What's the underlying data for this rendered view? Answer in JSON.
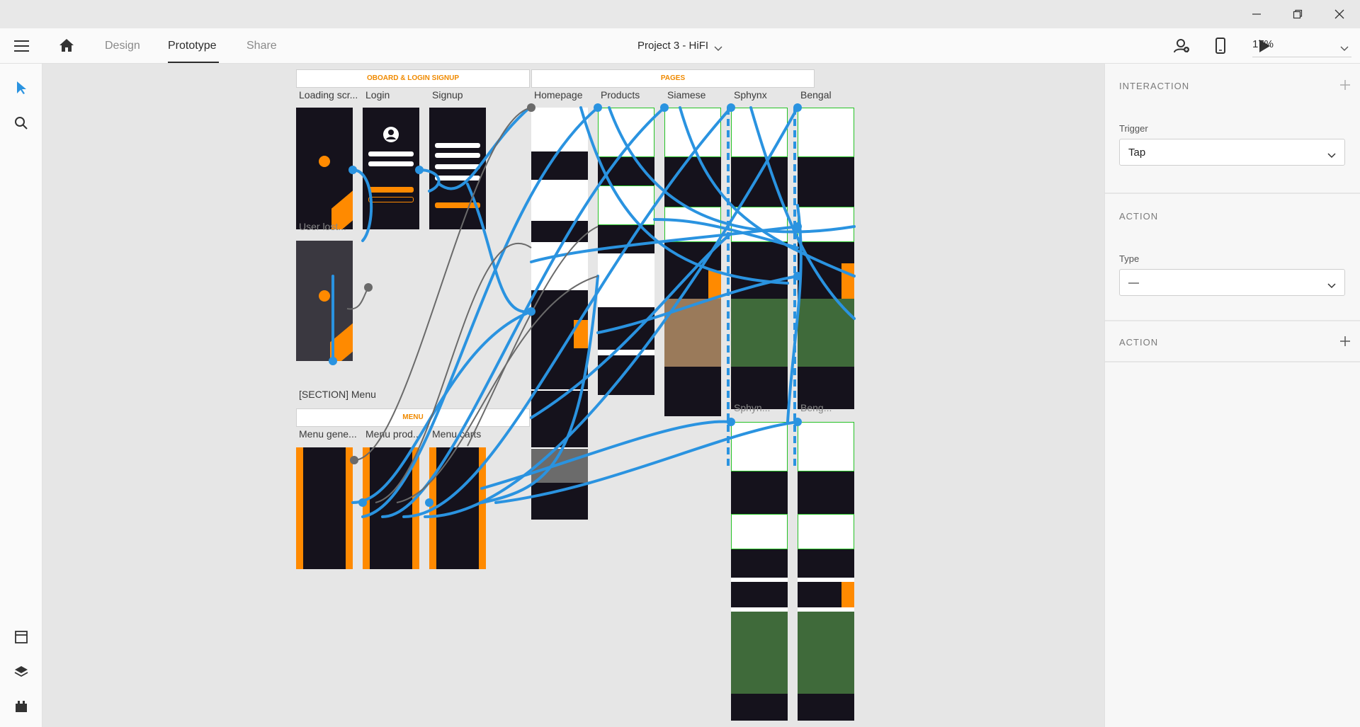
{
  "window": {
    "minimize_icon": "minimize-icon",
    "restore_icon": "restore-icon",
    "close_icon": "close-icon"
  },
  "appbar": {
    "tabs": [
      {
        "label": "Design",
        "active": false
      },
      {
        "label": "Prototype",
        "active": true
      },
      {
        "label": "Share",
        "active": false
      }
    ],
    "document_title": "Project 3 - HiFI",
    "zoom": "17%"
  },
  "canvas": {
    "sections": {
      "onboard": "OBOARD & LOGIN SIGNUP",
      "pages": "PAGES",
      "menu": "MENU",
      "menu_section_label": "[SECTION] Menu"
    },
    "artboards": {
      "loading": "Loading scr...",
      "login": "Login",
      "signup": "Signup",
      "user_lost": "User lost...",
      "homepage": "Homepage",
      "products": "Products",
      "siamese": "Siamese",
      "sphynx": "Sphynx",
      "bengal": "Bengal",
      "sphynx2": "Sphyn...",
      "bengal2": "Beng...",
      "menu_general": "Menu gene...",
      "menu_products": "Menu prod...",
      "menu_carts": "Menu carts"
    }
  },
  "panel": {
    "interaction_title": "INTERACTION",
    "trigger_label": "Trigger",
    "trigger_value": "Tap",
    "action_title": "ACTION",
    "type_label": "Type",
    "type_value": "—",
    "action2_title": "ACTION"
  },
  "colors": {
    "accent": "#2a93e0",
    "orange": "#ff8a00",
    "artboard_dark": "#15121c",
    "wire_green": "#25c225"
  }
}
